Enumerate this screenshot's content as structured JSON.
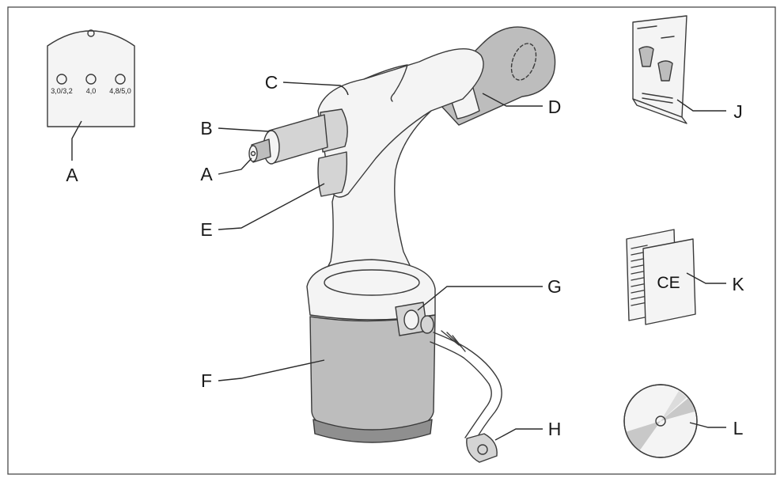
{
  "callouts": {
    "gauge_a": "A",
    "nose_a": "A",
    "b": "B",
    "c": "C",
    "d": "D",
    "e": "E",
    "f": "F",
    "g": "G",
    "h": "H",
    "j": "J",
    "k": "K",
    "l": "L"
  },
  "gauge": {
    "sizes": [
      "3,0/3,2",
      "4,0",
      "4,8/5,0"
    ]
  },
  "certificate": {
    "mark": "CE"
  },
  "icons": {
    "gauge": "nosepiece-gauge-plate",
    "tool": "riveting-tool",
    "hose": "air-hose",
    "manual": "operating-manual",
    "certificate": "ce-declaration",
    "disc": "cd-disc"
  },
  "colors": {
    "outline": "#3a3a3a",
    "light_fill": "#f4f4f4",
    "gray_fill": "#bdbdbd",
    "dark_fill": "#8f8f8f"
  }
}
